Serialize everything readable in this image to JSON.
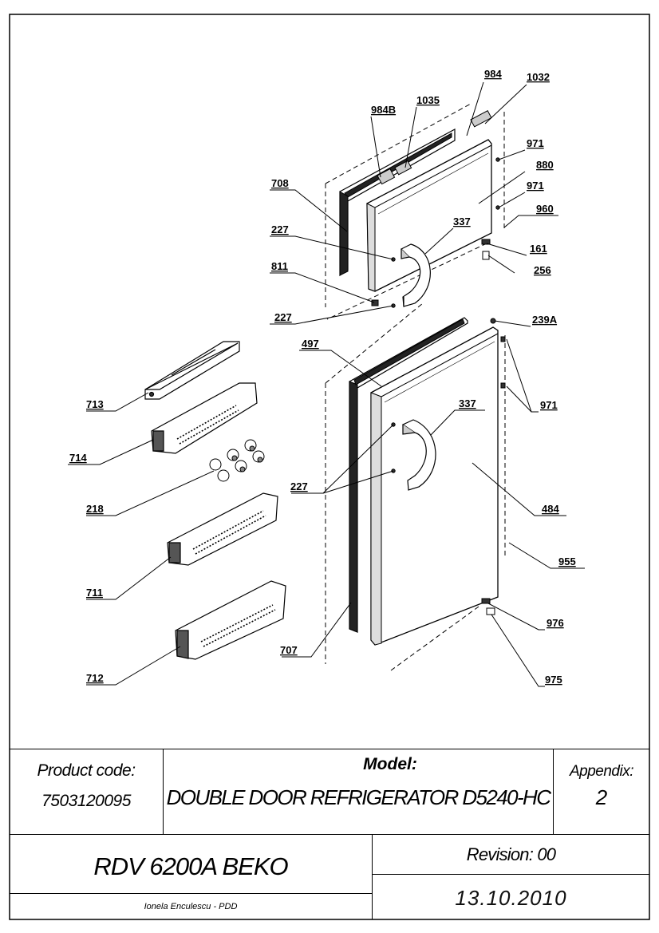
{
  "callouts": {
    "c984": "984",
    "c1032": "1032",
    "c984B": "984B",
    "c1035": "1035",
    "c971a": "971",
    "c880": "880",
    "c708": "708",
    "c971b": "971",
    "c960": "960",
    "c227a": "227",
    "c337a": "337",
    "c161": "161",
    "c256": "256",
    "c811": "811",
    "c227b": "227",
    "c239A": "239A",
    "c497": "497",
    "c713": "713",
    "c971c": "971",
    "c337b": "337",
    "c714": "714",
    "c227c": "227",
    "c218": "218",
    "c484": "484",
    "c711": "711",
    "c955": "955",
    "c976": "976",
    "c707": "707",
    "c712": "712",
    "c975": "975"
  },
  "title_block": {
    "product_code_label": "Product code:",
    "product_code": "7503120095",
    "model_label": "Model:",
    "model_name": "DOUBLE DOOR REFRIGERATOR D5240-HC",
    "appendix_label": "Appendix:",
    "appendix_value": "2",
    "product_name": "RDV 6200A BEKO",
    "revision": "Revision: 00",
    "author": "Ionela Enculescu - PDD",
    "date": "13.10.2010"
  }
}
